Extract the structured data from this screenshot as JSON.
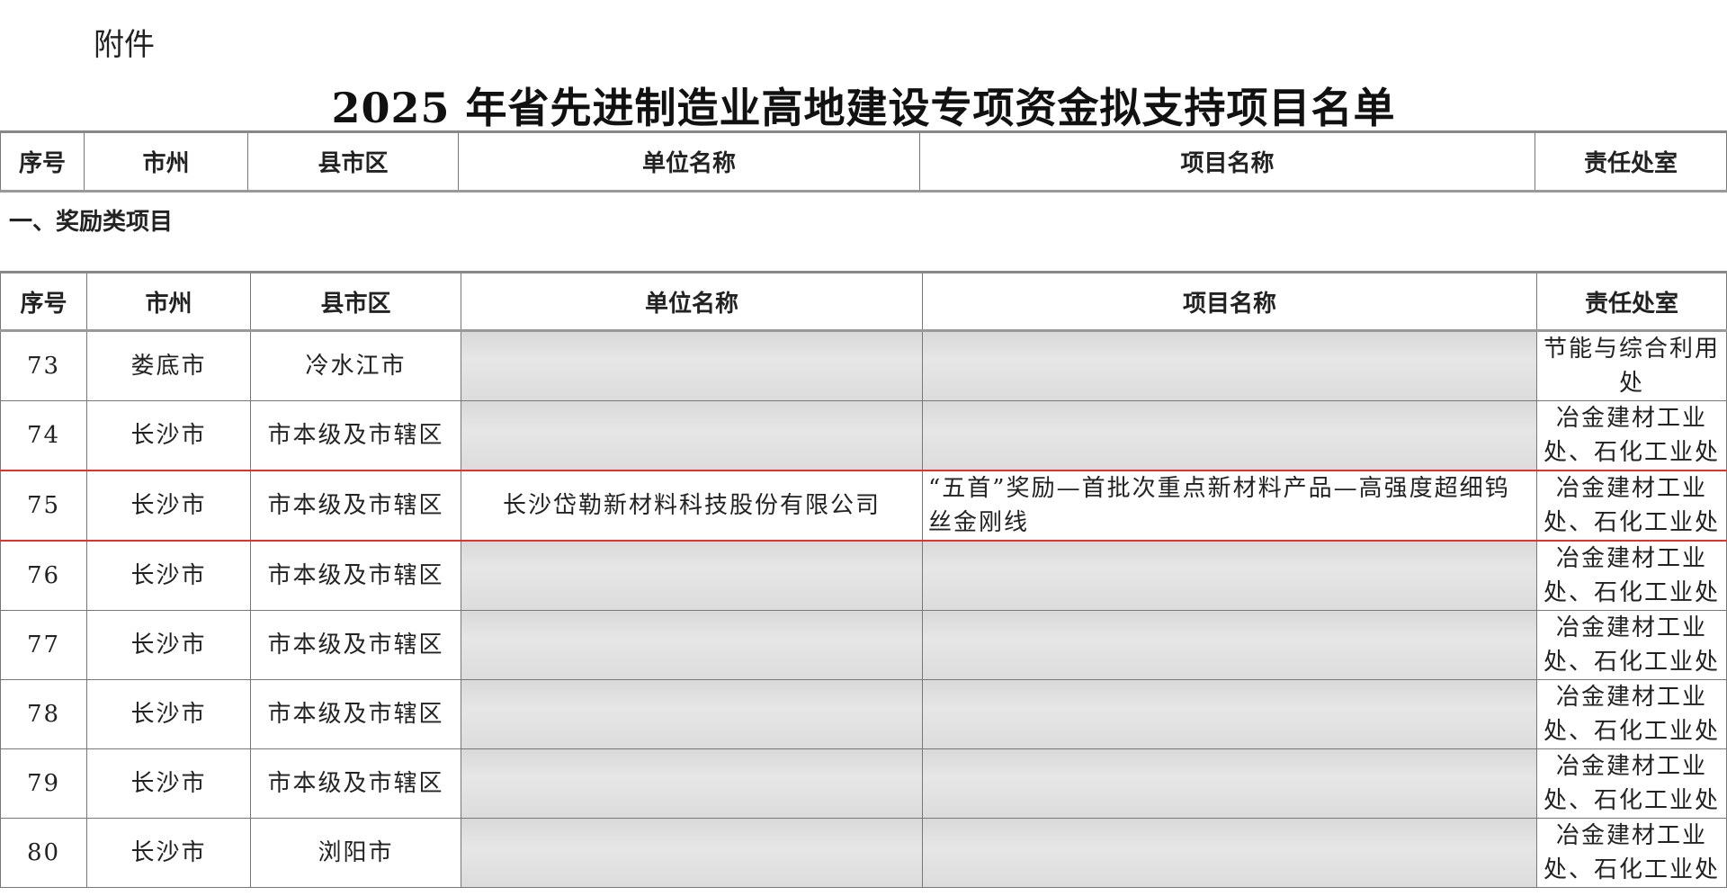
{
  "attachment_label": "附件",
  "title": "2025 年省先进制造业高地建设专项资金拟支持项目名单",
  "columns": [
    "序号",
    "市州",
    "县市区",
    "单位名称",
    "项目名称",
    "责任处室"
  ],
  "section": "一、奖励类项目",
  "rows": [
    {
      "no": "73",
      "city": "娄底市",
      "county": "冷水江市",
      "unit": "",
      "project": "",
      "dept": "节能与综合利用处",
      "blurred": true
    },
    {
      "no": "74",
      "city": "长沙市",
      "county": "市本级及市辖区",
      "unit": "",
      "project": "",
      "dept": "冶金建材工业处、石化工业处",
      "blurred": true
    },
    {
      "no": "75",
      "city": "长沙市",
      "county": "市本级及市辖区",
      "unit": "长沙岱勒新材料科技股份有限公司",
      "project": "“五首”奖励—首批次重点新材料产品—高强度超细钨丝金刚线",
      "dept": "冶金建材工业处、石化工业处",
      "blurred": false
    },
    {
      "no": "76",
      "city": "长沙市",
      "county": "市本级及市辖区",
      "unit": "",
      "project": "",
      "dept": "冶金建材工业处、石化工业处",
      "blurred": true
    },
    {
      "no": "77",
      "city": "长沙市",
      "county": "市本级及市辖区",
      "unit": "",
      "project": "",
      "dept": "冶金建材工业处、石化工业处",
      "blurred": true
    },
    {
      "no": "78",
      "city": "长沙市",
      "county": "市本级及市辖区",
      "unit": "",
      "project": "",
      "dept": "冶金建材工业处、石化工业处",
      "blurred": true
    },
    {
      "no": "79",
      "city": "长沙市",
      "county": "市本级及市辖区",
      "unit": "",
      "project": "",
      "dept": "冶金建材工业处、石化工业处",
      "blurred": true
    },
    {
      "no": "80",
      "city": "长沙市",
      "county": "浏阳市",
      "unit": "",
      "project": "",
      "dept": "冶金建材工业处、石化工业处",
      "blurred": true
    }
  ],
  "highlight_color": "#d33333"
}
